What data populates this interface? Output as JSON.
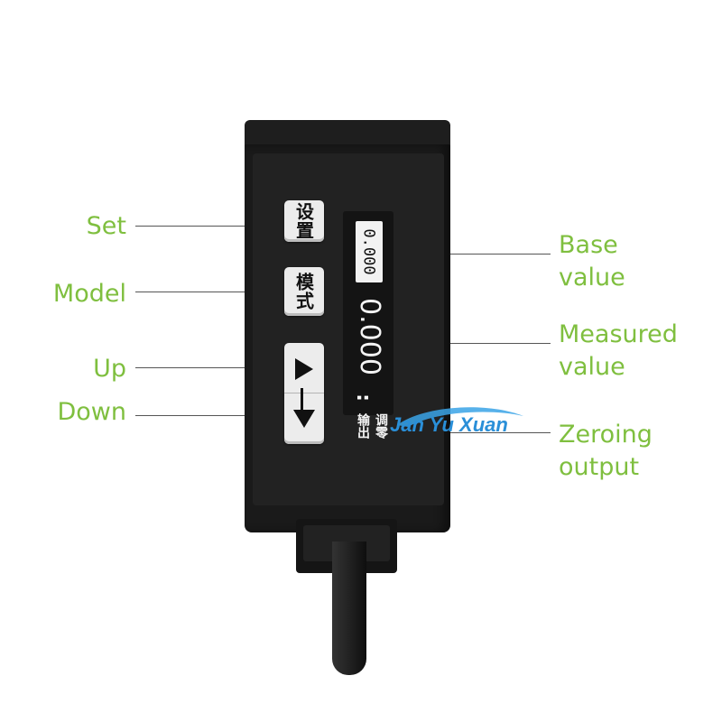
{
  "callouts": {
    "set": "Set",
    "model": "Model",
    "up": "Up",
    "down": "Down",
    "base_value": "Base\nvalue",
    "measured_value": "Measured\nvalue",
    "zeroing_output": "Zeroing\noutput"
  },
  "device": {
    "set_button": "设置",
    "mode_button": "模式",
    "up_icon": "triangle-up-icon",
    "down_icon": "triangle-down-icon",
    "base_display": "0.000",
    "measured_display": "0.000",
    "colon": ":",
    "zeroing_label": "调零",
    "output_label": "输出"
  },
  "watermark": {
    "text": "Jan Yu Xuan"
  },
  "colors": {
    "callout_text": "#7fbf3f",
    "device_body": "#1a1a1a",
    "button": "#ececec",
    "watermark": "#2a8fd8"
  }
}
